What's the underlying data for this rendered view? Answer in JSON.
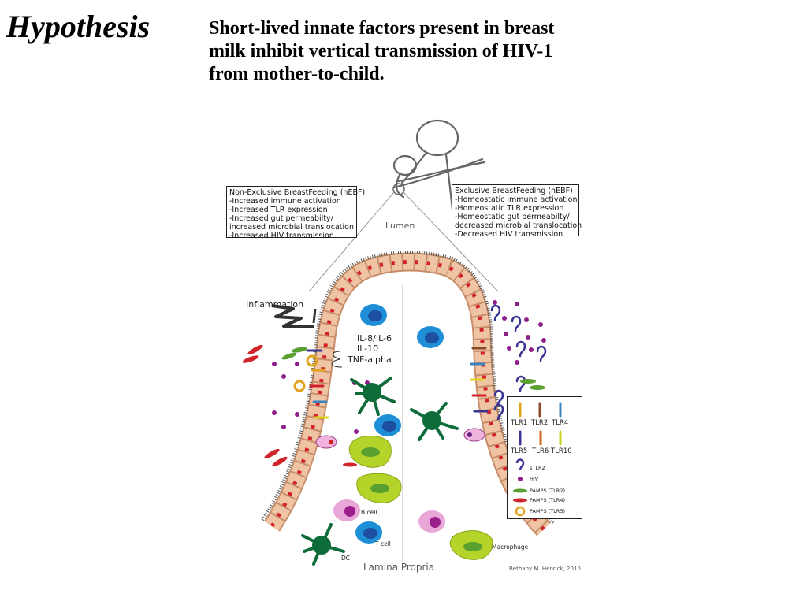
{
  "title": "Hypothesis",
  "statement": "Short-lived innate factors present in breast milk inhibit vertical transmission of HIV-1 from mother-to-child.",
  "left_box": {
    "lines": [
      "Non-Exclusive BreastFeeding (nEBF)",
      "-Increased immune activation",
      "-Increased TLR expression",
      "-Increased gut permeabilty/",
      "increased microbial translocation",
      "-Increased HIV transmission"
    ]
  },
  "right_box": {
    "lines": [
      "Exclusive BreastFeeding (nEBF)",
      "-Homeostatic immune activation",
      "-Homeostatic TLR expression",
      "-Homeostatic gut permeabilty/",
      "decreased microbial translocation",
      "-Decreased HIV transmission"
    ]
  },
  "labels": {
    "lumen": "Lumen",
    "inflammation": "Inflammation",
    "cytokine1": "IL-8/IL-6",
    "cytokine2": "IL-10",
    "cytokine3": "TNF-alpha",
    "bcell": "B cell",
    "tcell": "T cell",
    "dc": "DC",
    "macrophage": "Macrophage",
    "lamina": "Lamina Propria",
    "credit": "Bethany M. Henrick, 2010"
  },
  "legend": {
    "tlr": [
      "TLR1",
      "TLR2",
      "TLR4",
      "TLR5",
      "TLR6",
      "TLR10"
    ],
    "items": [
      "sTLR2",
      "HIV",
      "PAMPS (TLR2)",
      "PAMPS (TLR4)",
      "PAMPS (TLR5)"
    ]
  },
  "colors": {
    "cell_fill": "#e8b896",
    "nucleus": "#d32027",
    "bcell": "#e9a6d8",
    "bcell_nucleus": "#9a1f8a",
    "tcell": "#1e8fd6",
    "tcell_nucleus": "#1d4fa0",
    "dc": "#0e6b3a",
    "macrophage": "#b5d42a",
    "hiv": "#8e1f8a",
    "stlr2": "#3a3594",
    "pamp_tlr2": "#5aa031",
    "pamp_tlr4": "#d0242b",
    "pamp_tlr5": "#e1a21d"
  }
}
